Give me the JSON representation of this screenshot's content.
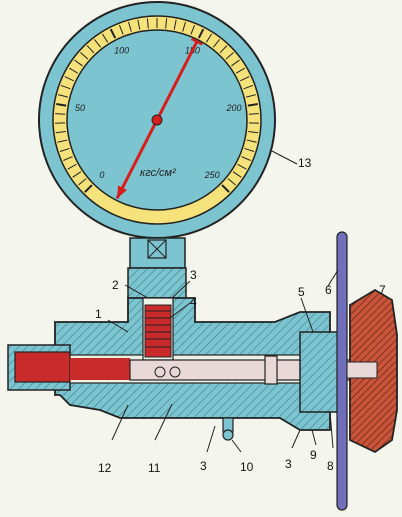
{
  "diagram": {
    "gauge": {
      "scale_labels": [
        "0",
        "50",
        "100",
        "150",
        "200",
        "250"
      ],
      "unit": "кгс/см²",
      "reading": 150,
      "scale_min": 0,
      "scale_max": 250
    },
    "callouts": [
      "1",
      "2",
      "3",
      "4",
      "5",
      "6",
      "7",
      "3",
      "9",
      "8",
      "12",
      "11",
      "3",
      "10",
      "13"
    ],
    "colors": {
      "body": "#7cc4cf",
      "dial_ring": "#f6e27a",
      "pointer": "#d81d1d",
      "plunger": "#c92a2a",
      "knob": "#c9553a",
      "background": "#f4f6ee"
    }
  }
}
